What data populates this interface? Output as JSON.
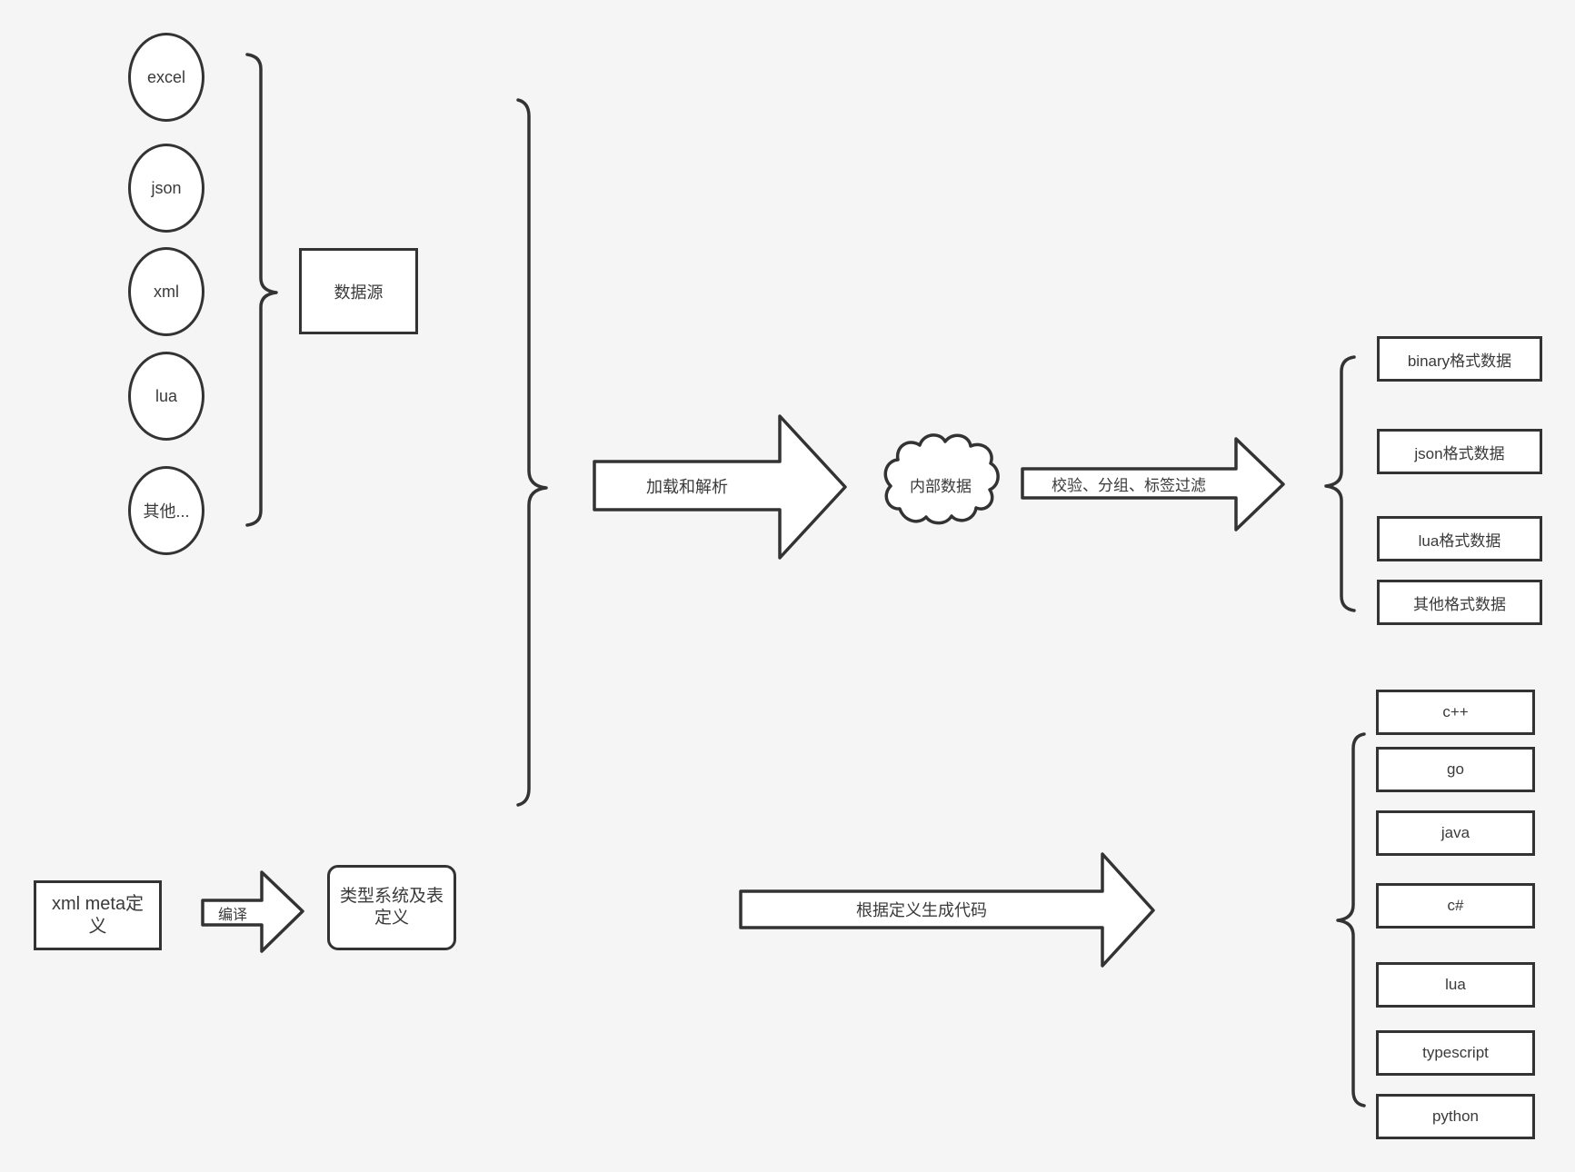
{
  "canvas": {
    "background": "#f5f5f5",
    "stroke_color": "#333333",
    "shape_fill": "#ffffff"
  },
  "sources": {
    "items": [
      "excel",
      "json",
      "xml",
      "lua",
      "其他..."
    ],
    "group_label": "数据源"
  },
  "pipeline": {
    "load_arrow_label": "加载和解析",
    "internal_data_label": "内部数据",
    "filter_arrow_label": "校验、分组、标签过滤"
  },
  "formats": [
    "binary格式数据",
    "json格式数据",
    "lua格式数据",
    "其他格式数据"
  ],
  "definition": {
    "xml_meta_label": "xml meta定义",
    "compile_arrow_label": "编译",
    "type_system_label": "类型系统及表定义",
    "codegen_arrow_label": "根据定义生成代码"
  },
  "languages": [
    "c++",
    "go",
    "java",
    "c#",
    "lua",
    "typescript",
    "python"
  ]
}
